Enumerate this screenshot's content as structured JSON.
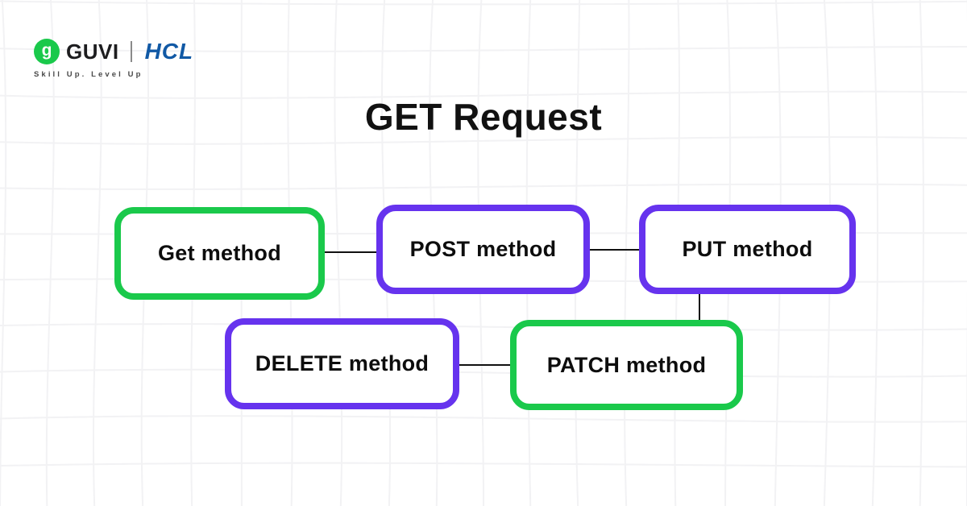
{
  "brand": {
    "guvi_wordmark": "GUVI",
    "hcl_wordmark": "HCL",
    "tagline": "Skill Up. Level Up",
    "logo_glyph": "g"
  },
  "title": "GET Request",
  "colors": {
    "green": "#1AC94B",
    "purple": "#6633EE",
    "connector": "#111111",
    "hcl_blue": "#1159A5",
    "grid_line": "#F2F2F4",
    "title_text": "#111111"
  },
  "diagram": {
    "nodes": [
      {
        "id": "get",
        "label": "Get method",
        "border_color": "green"
      },
      {
        "id": "post",
        "label": "POST method",
        "border_color": "purple"
      },
      {
        "id": "put",
        "label": "PUT method",
        "border_color": "purple"
      },
      {
        "id": "delete",
        "label": "DELETE method",
        "border_color": "purple"
      },
      {
        "id": "patch",
        "label": "PATCH method",
        "border_color": "green"
      }
    ],
    "connections": [
      {
        "from": "get",
        "to": "post"
      },
      {
        "from": "post",
        "to": "put"
      },
      {
        "from": "put",
        "to": "patch"
      },
      {
        "from": "delete",
        "to": "patch"
      }
    ]
  }
}
